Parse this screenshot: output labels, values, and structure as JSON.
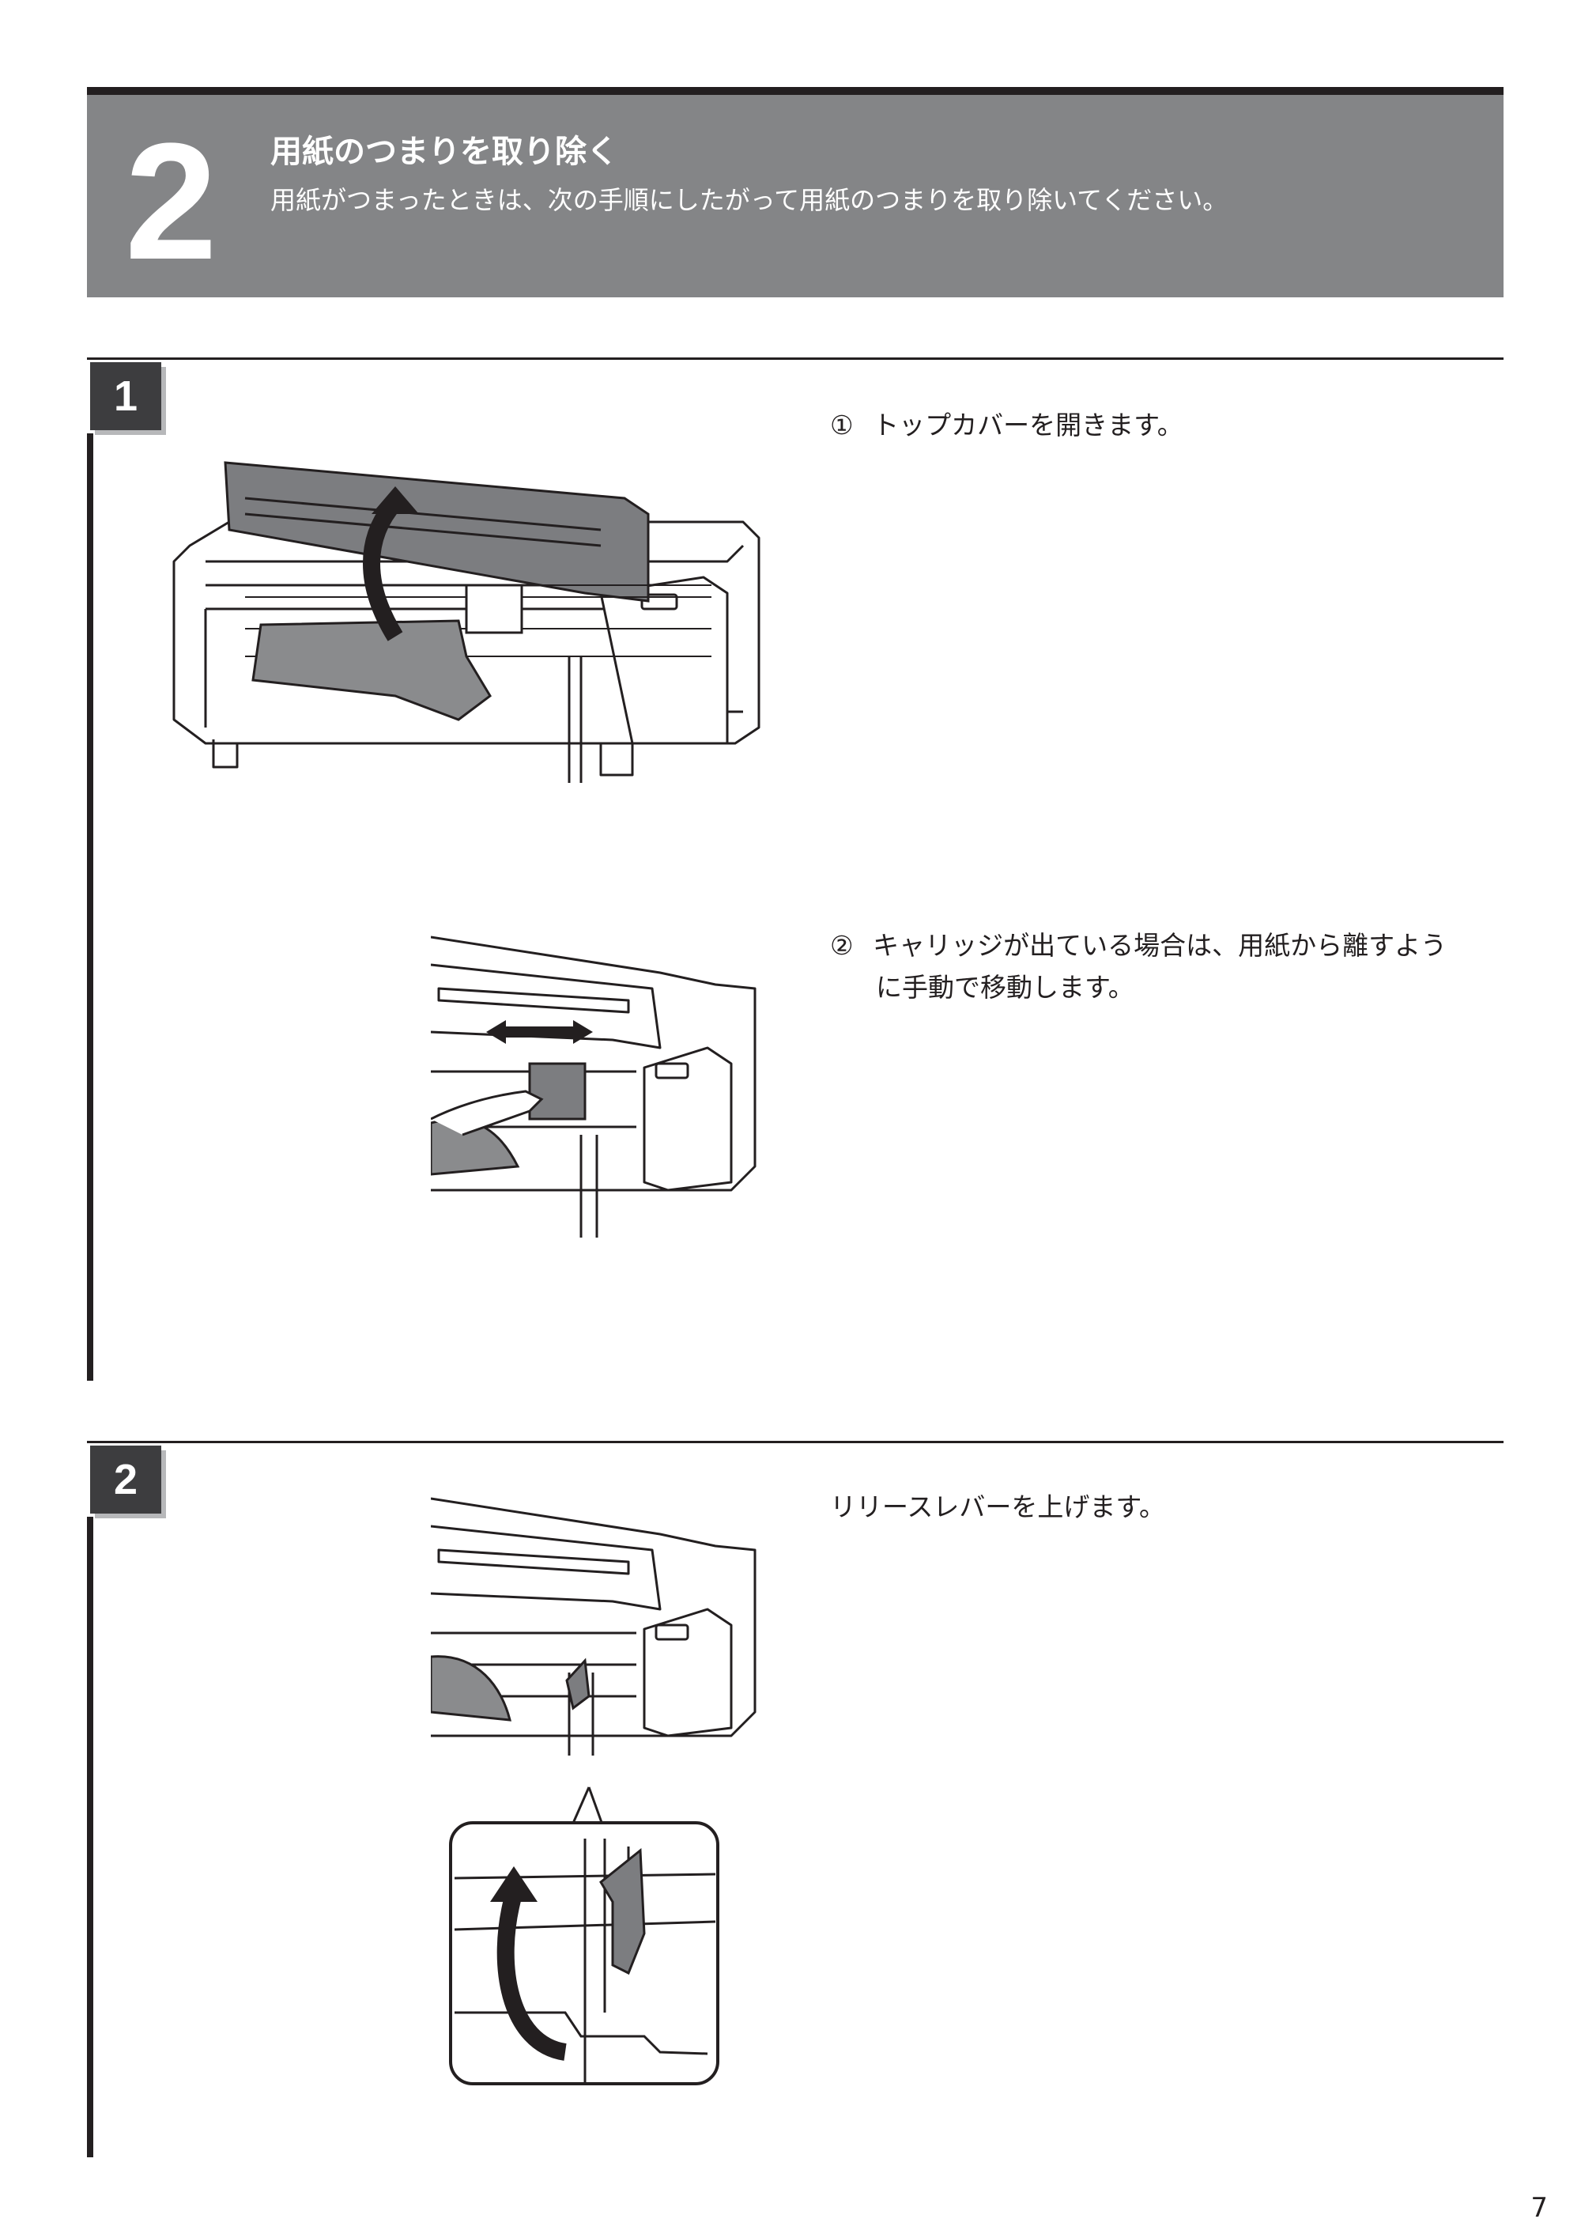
{
  "header": {
    "number": "2",
    "title": "用紙のつまりを取り除く",
    "subtitle": "用紙がつまったときは、次の手順にしたがって用紙のつまりを取り除いてください。"
  },
  "steps": [
    {
      "number": "1",
      "instructions": [
        {
          "marker": "①",
          "text": "トップカバーを開きます。"
        },
        {
          "marker": "②",
          "line1": "キャリッジが出ている場合は、用紙から離すよう",
          "line2": "に手動で移動します。"
        }
      ]
    },
    {
      "number": "2",
      "instructions": [
        {
          "text": "リリースレバーを上げます。"
        }
      ]
    }
  ],
  "page_number": "7",
  "colors": {
    "band": "#848587",
    "badge": "#3d3d3f",
    "badge_shadow": "#b7b8ba",
    "ink": "#231f20",
    "paper_gray": "#8a8b8d"
  }
}
